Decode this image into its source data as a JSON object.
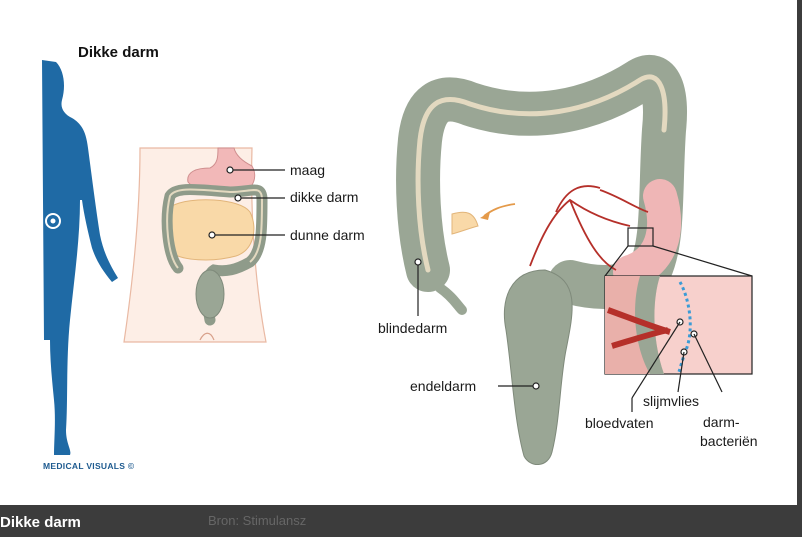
{
  "figure": {
    "title": "Dikke darm",
    "brand": "MEDICAL VISUALS ©",
    "labels": {
      "maag": "maag",
      "dikke_darm": "dikke darm",
      "dunne_darm": "dunne darm",
      "blindedarm": "blindedarm",
      "endeldarm": "endeldarm",
      "slijmvlies": "slijmvlies",
      "bloedvaten": "bloedvaten",
      "darm_line1": "darm-",
      "darm_line2": "bacteriën"
    },
    "colors": {
      "silhouette": "#1f6aa5",
      "colon": "#9aa695",
      "colon_stripe": "#e3d9c0",
      "stomach": "#f2b8b8",
      "small_intestine": "#f9d9a8",
      "vessels": "#b5302a",
      "bacteria": "#3b9bd6"
    }
  },
  "caption": {
    "title": "Dikke darm",
    "source": "Bron: Stimulansz"
  }
}
